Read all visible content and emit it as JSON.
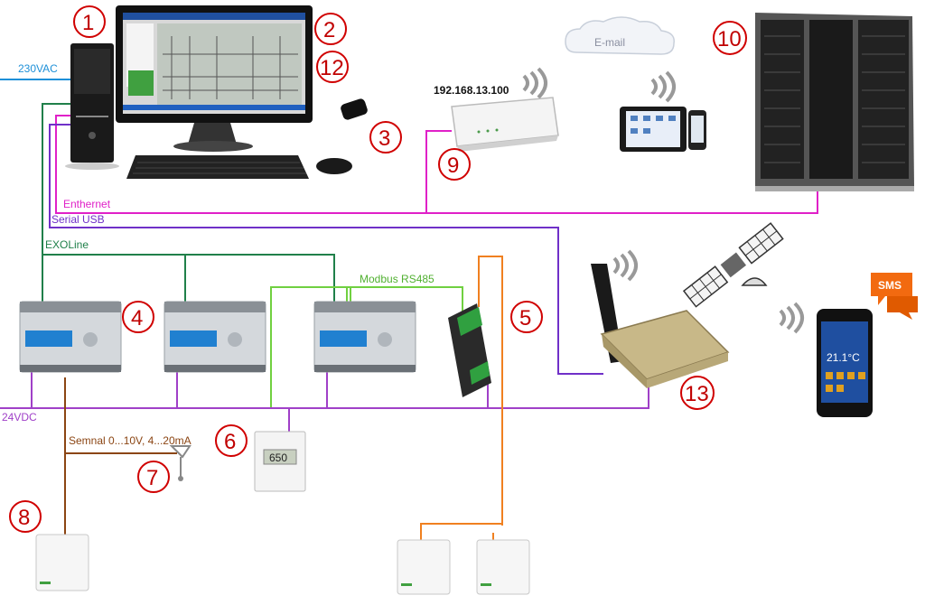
{
  "labels": {
    "vac": "230VAC",
    "ethernet": "Enthernet",
    "serial": "Serial USB",
    "exoline": "EXOLine",
    "modbus": "Modbus RS485",
    "vdc": "24VDC",
    "signal": "Semnal 0...10V, 4...20mA",
    "ip": "192.168.13.100",
    "email": "E-mail",
    "sms": "SMS",
    "display_temp": "21.1°C",
    "sensor_value": "650"
  },
  "callouts": [
    "1",
    "2",
    "12",
    "3",
    "4",
    "5",
    "6",
    "7",
    "8",
    "9",
    "10",
    "13"
  ],
  "colors": {
    "vac": "#1e90d8",
    "ethernet": "#e020c8",
    "serial": "#7030c8",
    "exoline": "#20804a",
    "modbus": "#70d040",
    "vdc": "#a040c8",
    "signal": "#8b4513",
    "orange": "#f08020",
    "callout": "#c00000"
  }
}
